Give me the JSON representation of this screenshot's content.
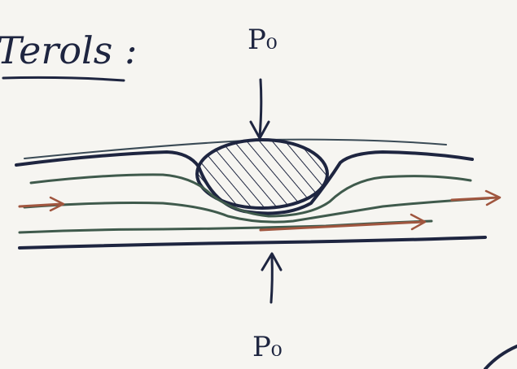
{
  "heading": {
    "text": "Terols :"
  },
  "labels": {
    "top_pressure": "P₀",
    "bottom_pressure": "P₀"
  },
  "colors": {
    "paper": "#f6f5f1",
    "ink_blue": "#1e2540",
    "ink_green": "#3f5a4c",
    "ink_red": "#a0563f"
  }
}
